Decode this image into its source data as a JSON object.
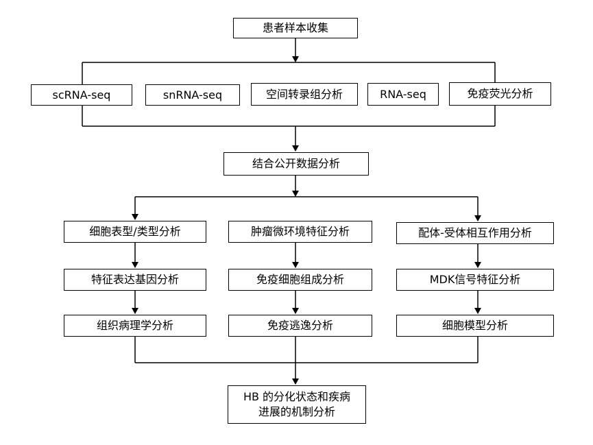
{
  "flowchart": {
    "top": {
      "label": "患者样本收集"
    },
    "methods": [
      {
        "label": "scRNA-seq"
      },
      {
        "label": "snRNA-seq"
      },
      {
        "label": "空间转录组分析"
      },
      {
        "label": "RNA-seq"
      },
      {
        "label": "免疫荧光分析"
      }
    ],
    "integrate": {
      "label": "结合公开数据分析"
    },
    "columns": [
      {
        "steps": [
          "细胞表型/类型分析",
          "特征表达基因分析",
          "组织病理学分析"
        ]
      },
      {
        "steps": [
          "肿瘤微环境特征分析",
          "免疫细胞组成分析",
          "免疫逃逸分析"
        ]
      },
      {
        "steps": [
          "配体-受体相互作用分析",
          "MDK信号特征分析",
          "细胞模型分析"
        ]
      }
    ],
    "result": {
      "line1": "HB 的分化状态和疾病",
      "line2": "进展的机制分析"
    }
  }
}
